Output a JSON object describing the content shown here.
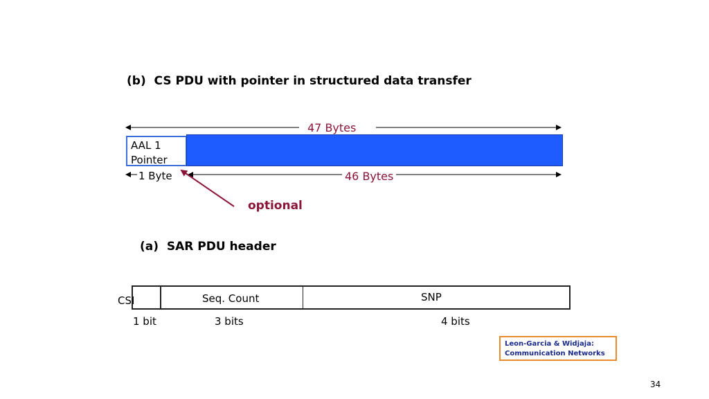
{
  "part_b": {
    "title": "(b)  CS PDU with pointer in structured data transfer",
    "total_label": "47 Bytes",
    "pointer_label_line1": "AAL 1",
    "pointer_label_line2": "Pointer",
    "pointer_size_label": "1 Byte",
    "payload_size_label": "46 Bytes",
    "optional_label": "optional"
  },
  "part_a": {
    "title": "(a)  SAR PDU header",
    "fields": [
      {
        "name": "CSI",
        "size": "1 bit"
      },
      {
        "name": "Seq. Count",
        "size": "3 bits"
      },
      {
        "name": "SNP",
        "size": "4 bits"
      }
    ]
  },
  "citation": {
    "line1": "Leon-Garcia & Widjaja:",
    "line2": "Communication Networks"
  },
  "page_number": "34",
  "colors": {
    "payload_fill": "#1f5cff",
    "pointer_border": "#3b6fd8",
    "annotation": "#8b1538",
    "citation_border": "#e88b2a"
  }
}
